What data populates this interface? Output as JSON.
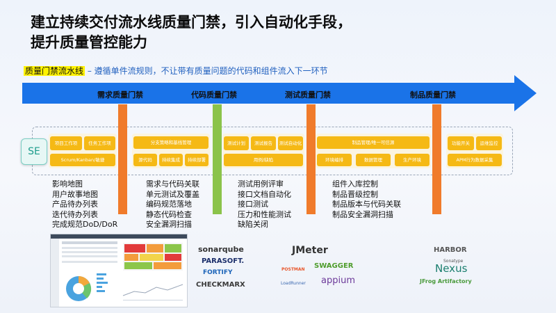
{
  "title_line1": "建立持续交付流水线质量门禁，引入自动化手段，",
  "title_line2": "提升质量管控能力",
  "subtitle": {
    "highlight": "质量门禁流水线",
    "rest": " – 遵循单件流规则，不让带有质量问题的代码和组件流入下一环节"
  },
  "gates": [
    "需求质量门禁",
    "代码质量门禁",
    "测试质量门禁",
    "制品质量门禁"
  ],
  "se_label": "SE",
  "colors": {
    "arrow": "#1a73e8",
    "gate_bar": "#f07b2b",
    "code_gate_bar": "#8bc34a",
    "chip": "#f5b915"
  },
  "chips": {
    "req": [
      "项目工作项",
      "任务工作项",
      "Scrum/Kanban/敏捷"
    ],
    "code": [
      "分支策略和基线管理",
      "源代码",
      "持续集成",
      "持续部署"
    ],
    "test": [
      "测试计划",
      "测试报告",
      "测试自动化",
      "用例/缺陷"
    ],
    "artifact": [
      "制品管理/唯一可信源",
      "环境编排",
      "数据管理",
      "生产环境"
    ],
    "ops": [
      "功能开关",
      "运维监控",
      "APM行为数据采集"
    ]
  },
  "lists": {
    "req": [
      "影响地图",
      "用户故事地图",
      "产品待办列表",
      "迭代待办列表",
      "完成规范DoD/DoR"
    ],
    "code": [
      "需求与代码关联",
      "单元测试及覆盖",
      "编码规范落地",
      "静态代码检查",
      "安全漏洞扫描"
    ],
    "test": [
      "测试用例评审",
      "接口文档自动化",
      "接口测试",
      "压力和性能测试",
      "缺陷关闭"
    ],
    "artifact": [
      "组件入库控制",
      "制品晋级控制",
      "制品版本与代码关联",
      "制品安全漏洞扫描"
    ]
  },
  "logos": {
    "code": [
      "sonarqube",
      "PARASOFT.",
      "FORTIFY",
      "CHECKMARX"
    ],
    "test": [
      "JMeter",
      "SWAGGER",
      "POSTMAN",
      "appium",
      "LoadRunner"
    ],
    "artifact": [
      "HARBOR",
      "Sonatype",
      "Nexus",
      "JFrog Artifactory"
    ]
  }
}
